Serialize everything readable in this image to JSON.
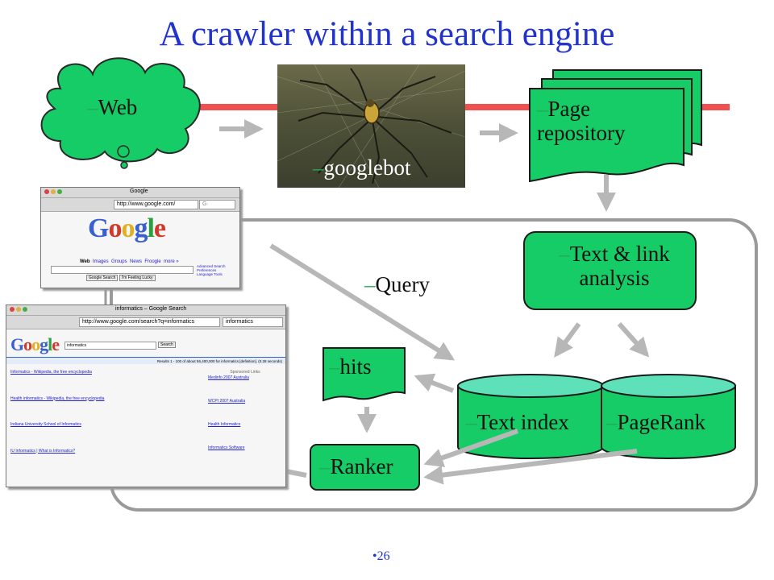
{
  "title": "A crawler within a search engine",
  "page_number": "•26",
  "nodes": {
    "web": "Web",
    "googlebot": "googlebot",
    "page_repository_line1": "Page",
    "page_repository_line2": "repository",
    "text_link_line1": "Text & link",
    "text_link_line2": "analysis",
    "query": "Query",
    "hits": "hits",
    "text_index": "Text index",
    "pagerank": "PageRank",
    "ranker": "Ranker"
  },
  "bullet_dash": "–",
  "screenshot_home": {
    "window_title": "Google",
    "url": "http://www.google.com/",
    "logo": "Google",
    "tabs": [
      "Web",
      "Images",
      "Groups",
      "News",
      "Froogle",
      "more »"
    ],
    "side_links": [
      "Advanced Search",
      "Preferences",
      "Language Tools"
    ],
    "buttons": [
      "Google Search",
      "I'm Feeling Lucky"
    ]
  },
  "screenshot_results": {
    "window_title": "informatics – Google Search",
    "url": "http://www.google.com/search?q=informatics",
    "logo": "Google",
    "query": "informatics",
    "search_button": "Search",
    "stats": "Results 1 - 100 of about 56,400,000 for informatics [definition]. (0.28 seconds)",
    "results": [
      "Informatics - Wikipedia, the free encyclopedia",
      "Health informatics - Wikipedia, the free encyclopedia",
      "Indiana University School of Informatics",
      "IU Informatics | What is Informatics?"
    ],
    "sponsored_title": "Sponsored Links",
    "sponsored": [
      "Medinfo 2007 Australia",
      "WCPI 2007 Australia",
      "Health Informatics",
      "Informatics Software"
    ]
  },
  "colors": {
    "title": "#2233cc",
    "green_fill": "#16cc66",
    "cyan_fill": "#5ee0b8",
    "arrow_gray": "#b7b7b7",
    "red_line": "#f05050"
  }
}
